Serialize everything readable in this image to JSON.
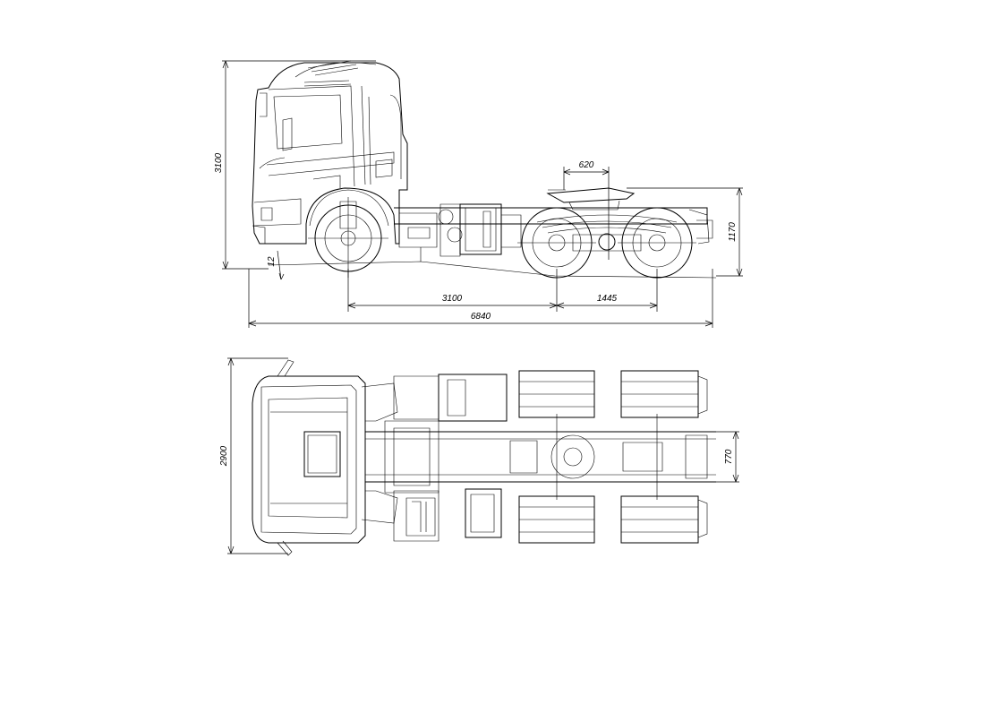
{
  "dimensions": {
    "overall_height": "3100",
    "ground_clearance": "12",
    "fifth_wheel_offset": "620",
    "fifth_wheel_height": "1170",
    "wheelbase": "3100",
    "tandem_spacing": "1445",
    "overall_length": "6840",
    "overall_width": "2900",
    "frame_width": "770"
  }
}
